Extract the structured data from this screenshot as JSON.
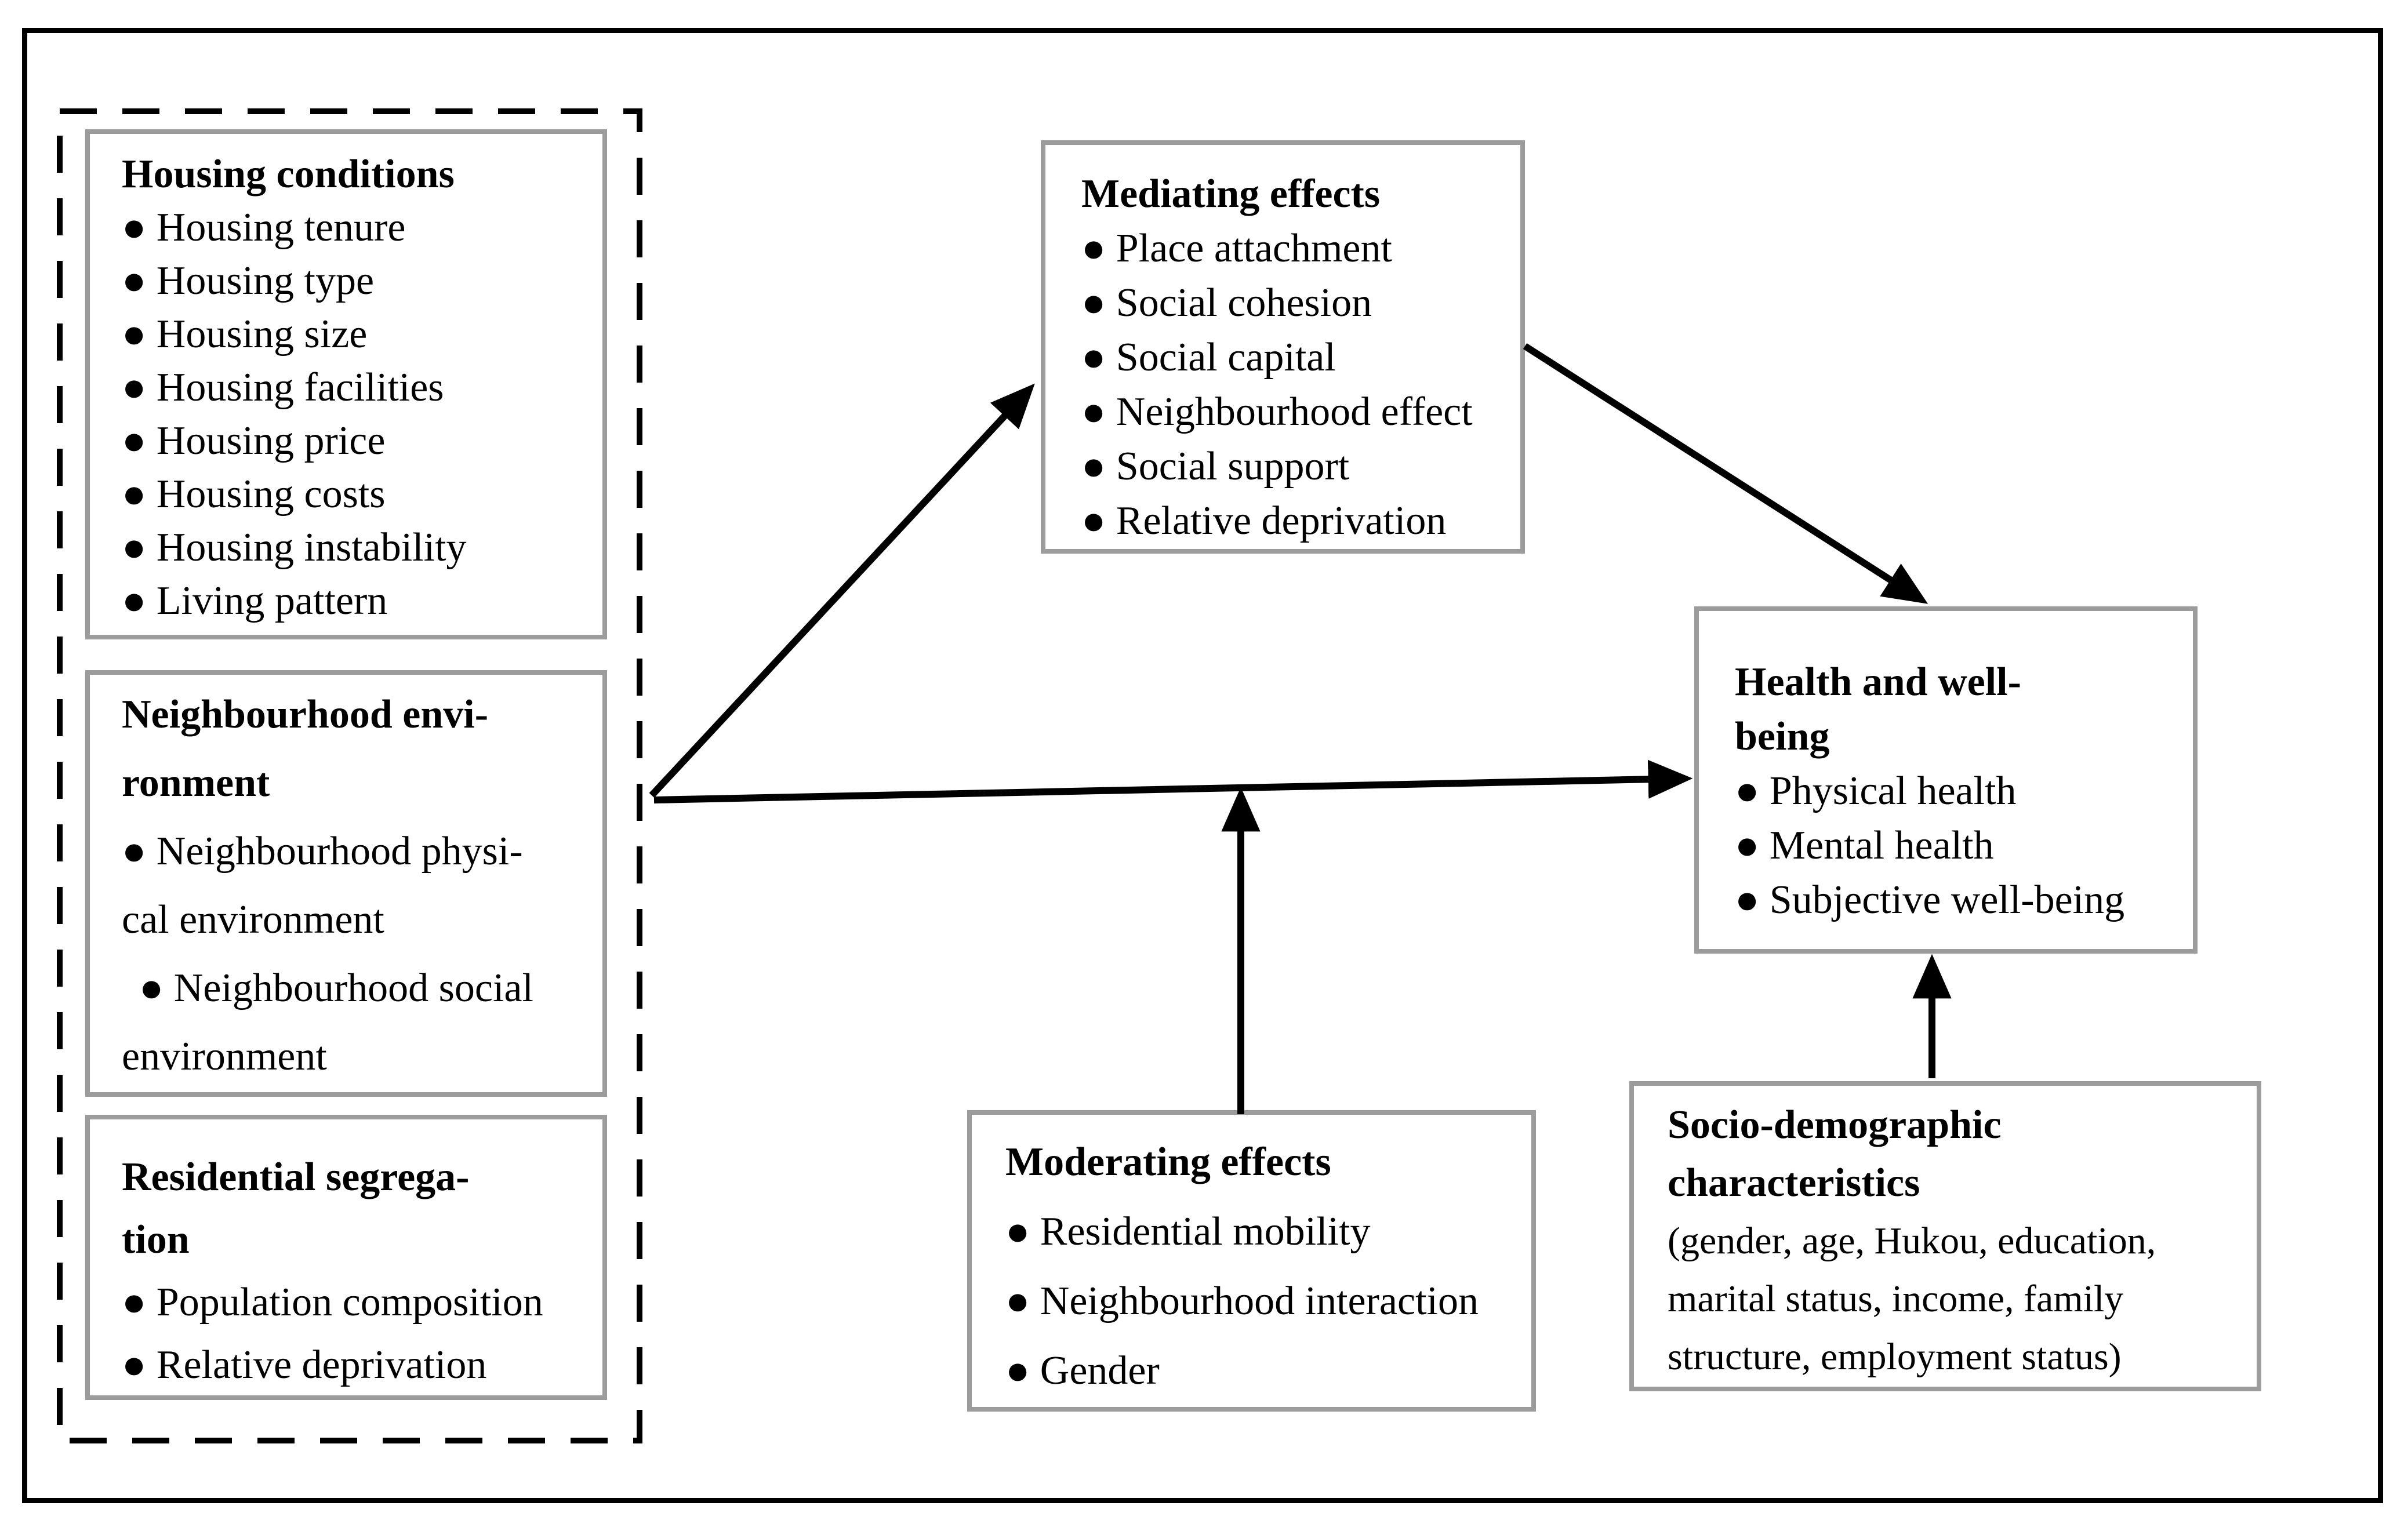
{
  "figure": {
    "type": "conceptual-framework-diagram",
    "colors": {
      "background": "#ffffff",
      "outer_frame": "#000000",
      "dashed_border": "#000000",
      "box_border": "#9c9c9c",
      "text": "#000000",
      "arrow": "#000000"
    }
  },
  "boxes": {
    "housing": {
      "title": "Housing conditions",
      "items": [
        "● Housing tenure",
        "● Housing type",
        "● Housing size",
        "● Housing facilities",
        "● Housing price",
        "● Housing costs",
        "● Housing instability",
        "● Living pattern"
      ]
    },
    "neighbourhood": {
      "title_line1": "Neighbourhood envi-",
      "title_line2": "ronment",
      "lines": [
        "● Neighbourhood physi-",
        "cal environment",
        "● Neighbourhood social",
        "environment"
      ]
    },
    "residential": {
      "title_line1": "Residential segrega-",
      "title_line2": "tion",
      "items": [
        "● Population composition",
        "● Relative deprivation"
      ]
    },
    "mediating": {
      "title": "Mediating effects",
      "items": [
        "● Place attachment",
        "● Social cohesion",
        "● Social capital",
        "● Neighbourhood effect",
        "● Social support",
        "● Relative deprivation"
      ]
    },
    "moderating": {
      "title": "Moderating effects",
      "items": [
        "● Residential mobility",
        "● Neighbourhood interaction",
        "● Gender"
      ]
    },
    "sociodemographic": {
      "title_line1": "Socio-demographic",
      "title_line2": "characteristics",
      "detail_lines": [
        "(gender, age, Hukou, education,",
        "marital status, income, family",
        "structure, employment status)"
      ]
    },
    "health": {
      "title_line1": "Health and well-",
      "title_line2": "being",
      "items": [
        "● Physical health",
        "● Mental health",
        "● Subjective well-being"
      ]
    }
  },
  "arrows": [
    {
      "from": "housing-neighbourhood-segregation-group",
      "to": "mediating-effects-box"
    },
    {
      "from": "housing-neighbourhood-segregation-group",
      "to": "health-and-wellbeing-box"
    },
    {
      "from": "mediating-effects-box",
      "to": "health-and-wellbeing-box"
    },
    {
      "from": "moderating-effects-box",
      "to": "main-horizontal-arrow"
    },
    {
      "from": "sociodemographic-box",
      "to": "health-and-wellbeing-box"
    }
  ]
}
